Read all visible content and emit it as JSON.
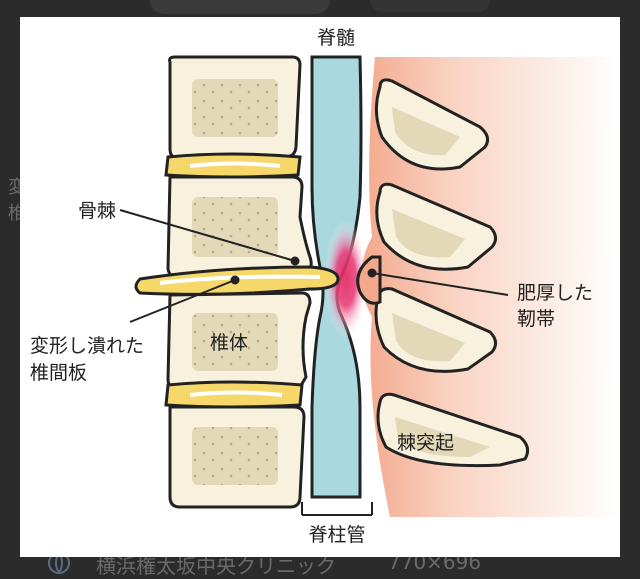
{
  "labels": {
    "spinal_cord": "脊髄",
    "osteophyte": "骨棘",
    "disc_line1": "変形し潰れた",
    "disc_line2": "椎間板",
    "vertebra": "椎体",
    "ligament_line1": "肥厚した",
    "ligament_line2": "靭帯",
    "spinous_process": "棘突起",
    "spinal_canal": "脊柱管"
  },
  "background": {
    "source_site": "横浜権太坂中央クリニック",
    "image_size": "770×696",
    "left_fragment_1": "変",
    "left_fragment_2": "椎"
  },
  "colors": {
    "bone_fill": "#f7f1de",
    "bone_inner": "#e3d9b9",
    "disc_yellow": "#f5d76a",
    "cord_blue": "#a9d8df",
    "compression_red": "#e0245e",
    "ligament_pink": "#f6c1a8",
    "outline": "#222222"
  },
  "icons": [
    "globe-icon"
  ]
}
